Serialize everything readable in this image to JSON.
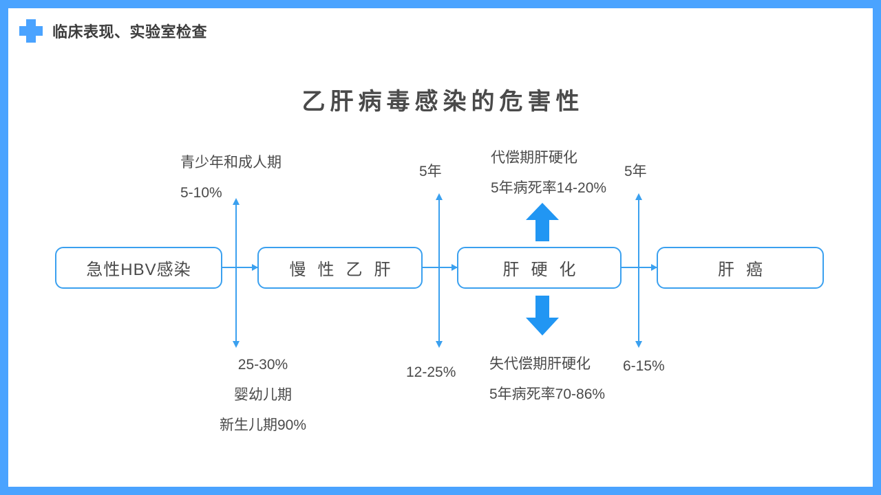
{
  "theme": {
    "frame_color": "#4aa3ff",
    "accent_color": "#3aa0ef",
    "text_color": "#4a4a4a",
    "background": "#ffffff"
  },
  "header": {
    "icon": "medical-cross-icon",
    "title": "临床表现、实验室检查"
  },
  "title": "乙肝病毒感染的危害性",
  "flow": {
    "boxes": [
      {
        "id": "acute",
        "label": "急性HBV感染"
      },
      {
        "id": "chronic",
        "label": "慢性乙肝"
      },
      {
        "id": "cirrhosis",
        "label": "肝硬化"
      },
      {
        "id": "cancer",
        "label": "肝癌"
      }
    ],
    "connectors": [
      {
        "from": "acute",
        "to": "chronic",
        "type": "arrow-right"
      },
      {
        "from": "chronic",
        "to": "cirrhosis",
        "type": "arrow-right"
      },
      {
        "from": "cirrhosis",
        "to": "cancer",
        "type": "arrow-right"
      }
    ]
  },
  "annotations": {
    "adolescent_progression": "青少年和成人期\n5-10%",
    "infant_progression": "25-30%\n婴幼儿期\n新生儿期90%",
    "chronic_to_cirrhosis_years": "5年",
    "compensated_cirrhosis": "代偿期肝硬化\n5年病死率14-20%",
    "chronic_to_cirrhosis_rate": "12-25%",
    "decompensated_cirrhosis": "失代偿期肝硬化\n5年病死率70-86%",
    "cirrhosis_to_cancer_years": "5年",
    "cirrhosis_to_cancer_rate": "6-15%"
  },
  "icons": {
    "block_arrow_up": "arrow-up-thick-icon",
    "block_arrow_down": "arrow-down-thick-icon"
  }
}
